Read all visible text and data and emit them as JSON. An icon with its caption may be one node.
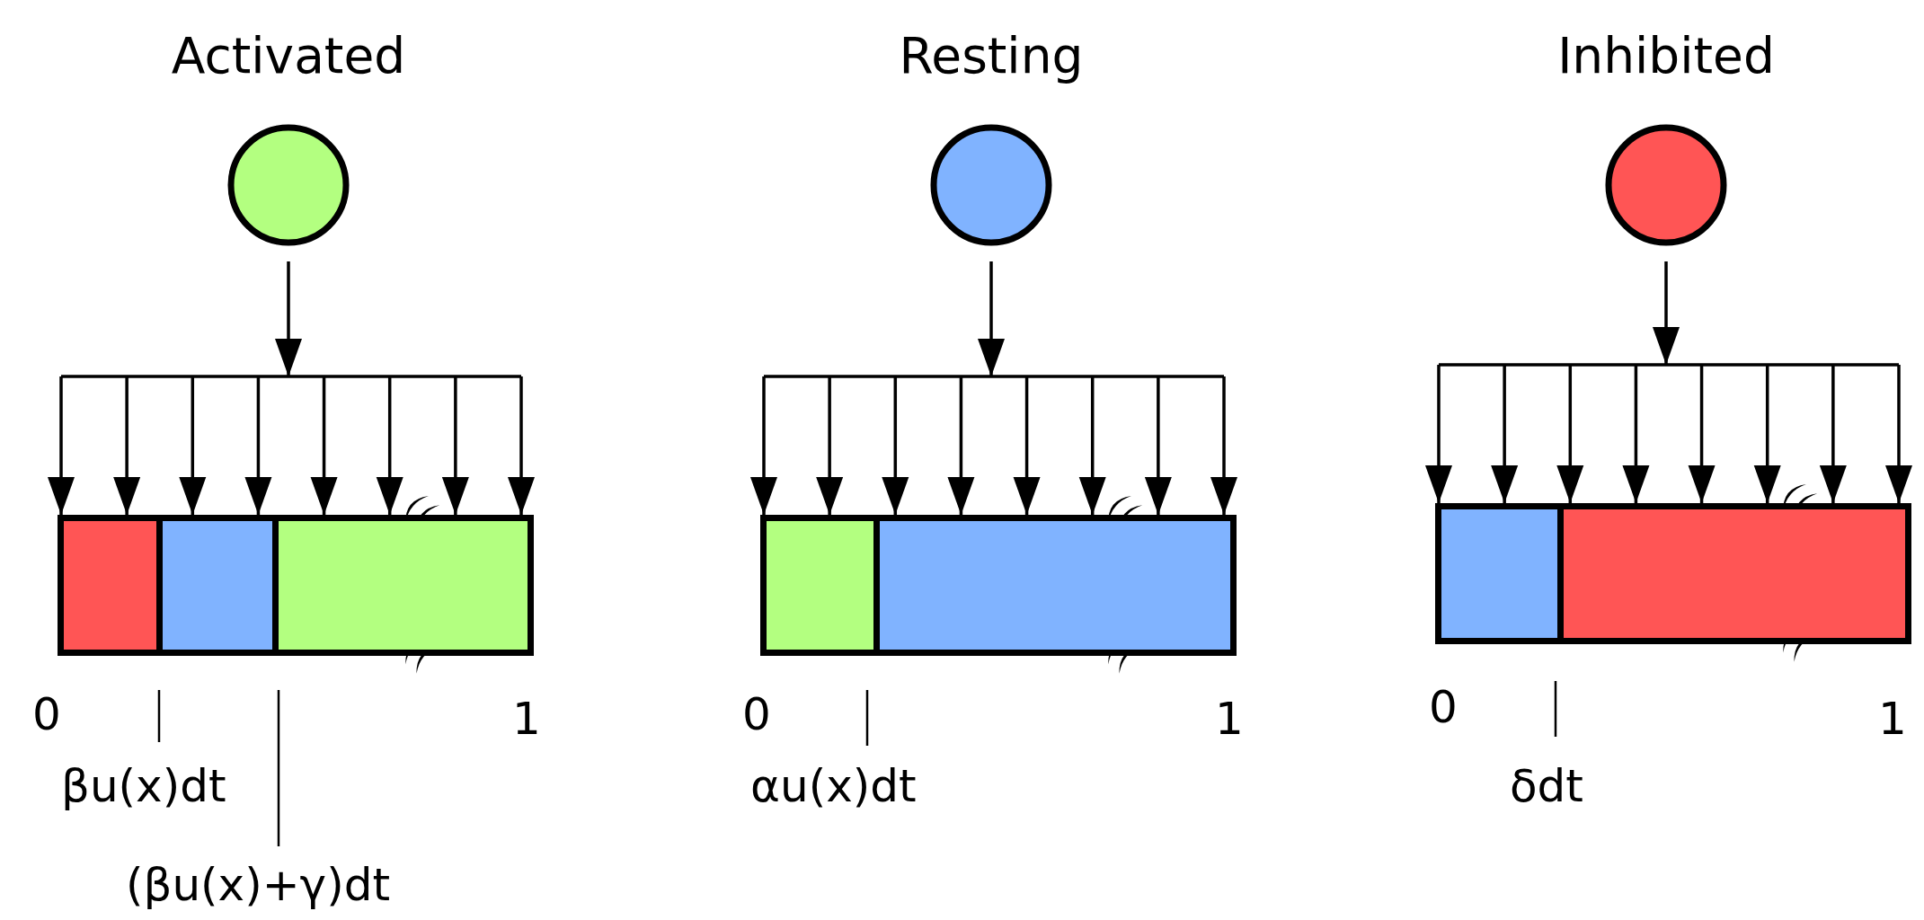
{
  "diagram": {
    "nodes": [
      {
        "text": [
          "Activated"
        ]
      },
      {
        "text": [],
        "shape": "bar"
      },
      {
        "text": [],
        "shape": "box",
        "in": 1
      },
      {
        "text": [],
        "shape": "box",
        "in": 1
      },
      {
        "text": [],
        "shape": "box",
        "in": 1
      },
      {
        "text": [
          "Resting"
        ]
      },
      {
        "text": [],
        "shape": "bar"
      },
      {
        "text": [],
        "shape": "box",
        "in": 6
      },
      {
        "text": [],
        "shape": "box",
        "in": 6
      },
      {
        "text": [
          "Inhibited"
        ]
      },
      {
        "text": [],
        "shape": "bar"
      },
      {
        "text": [],
        "shape": "box",
        "in": 10
      },
      {
        "text": [],
        "shape": "box",
        "in": 10
      }
    ],
    "edges": [
      {
        "from": 0,
        "to": 1,
        "arrow": "to"
      },
      {
        "from": 5,
        "to": 6,
        "arrow": "to"
      },
      {
        "from": 9,
        "to": 10,
        "arrow": "to"
      }
    ],
    "labels": [
      "0",
      "1",
      "βu(x)dt",
      "(βu(x)+γ)dt",
      "0",
      "1",
      "αu(x)dt",
      "0",
      "1",
      "δdt"
    ]
  }
}
